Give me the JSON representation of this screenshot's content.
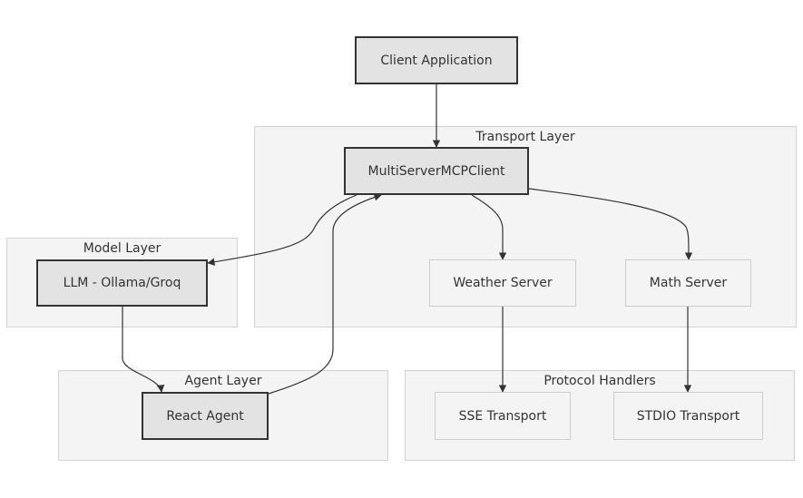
{
  "clusters": {
    "transport": "Transport Layer",
    "model": "Model Layer",
    "agent": "Agent Layer",
    "protocol": "Protocol Handlers"
  },
  "nodes": {
    "client_app": "Client Application",
    "mcp_client": "MultiServerMCPClient",
    "llm": "LLM - Ollama/Groq",
    "react_agent": "React Agent",
    "weather_server": "Weather Server",
    "math_server": "Math Server",
    "sse_transport": "SSE Transport",
    "stdio_transport": "STDIO Transport"
  },
  "edges": [
    {
      "from": "client_app",
      "to": "mcp_client"
    },
    {
      "from": "mcp_client",
      "to": "llm"
    },
    {
      "from": "llm",
      "to": "react_agent"
    },
    {
      "from": "react_agent",
      "to": "mcp_client"
    },
    {
      "from": "mcp_client",
      "to": "weather_server"
    },
    {
      "from": "mcp_client",
      "to": "math_server"
    },
    {
      "from": "weather_server",
      "to": "sse_transport"
    },
    {
      "from": "math_server",
      "to": "stdio_transport"
    }
  ]
}
